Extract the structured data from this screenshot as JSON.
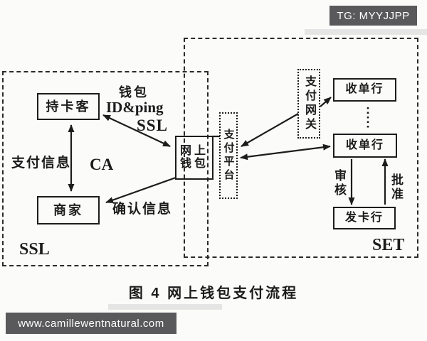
{
  "watermarks": {
    "top_right": "TG: MYYJJPP",
    "bottom_left": "www.camillewentnatural.com"
  },
  "caption": "图 4  网上钱包支付流程",
  "diagram": {
    "regions": {
      "ssl": {
        "label": "SSL"
      },
      "set": {
        "label": "SET"
      }
    },
    "nodes": {
      "cardholder": "持卡客",
      "merchant": "商家",
      "wallet_line1": "网上",
      "wallet_line2": "钱包",
      "platform": "支付平台",
      "gateway": "支付网关",
      "acquirer_top": "收单行",
      "acquirer_bottom": "收单行",
      "issuer": "发卡行"
    },
    "edge_labels": {
      "wallet_id_line1": "钱包",
      "wallet_id_line2": "ID&ping",
      "wallet_id_line3": "SSL",
      "payment_info": "支付信息",
      "ca": "CA",
      "confirm_info": "确认信息",
      "audit": "审核",
      "approve": "批准"
    }
  },
  "colors": {
    "badge_bg": "#59595b",
    "ink": "#1c1c1c",
    "canvas_bg": "#fbfbfa"
  }
}
